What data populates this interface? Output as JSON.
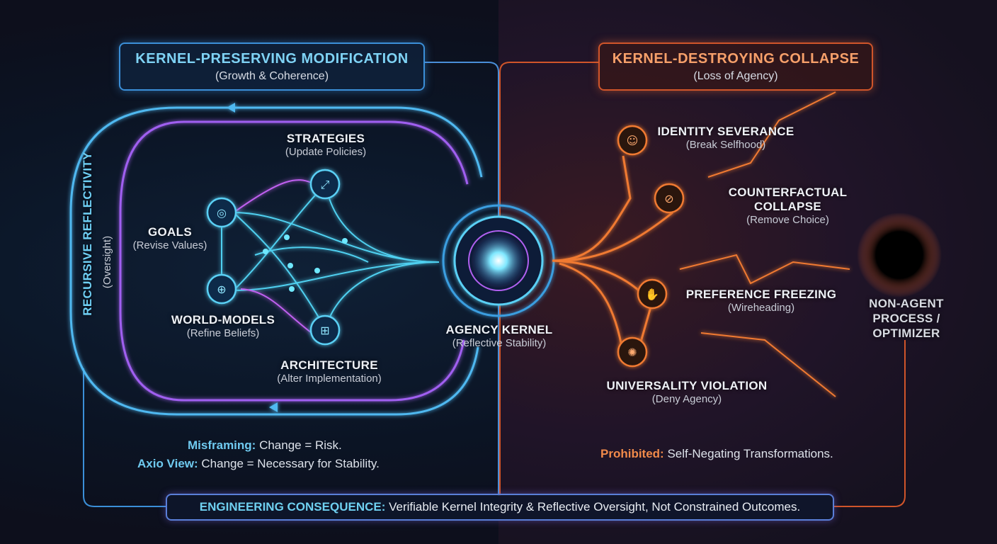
{
  "left_header": {
    "title": "KERNEL-PRESERVING MODIFICATION",
    "subtitle": "(Growth & Coherence)"
  },
  "right_header": {
    "title": "KERNEL-DESTROYING COLLAPSE",
    "subtitle": "(Loss of Agency)"
  },
  "loop_label": {
    "title": "RECURSIVE REFLECTIVITY",
    "subtitle": "(Oversight)"
  },
  "left_nodes": [
    {
      "title": "STRATEGIES",
      "subtitle": "(Update Policies)",
      "icon": "strategy-icon"
    },
    {
      "title": "GOALS",
      "subtitle": "(Revise Values)",
      "icon": "target-icon"
    },
    {
      "title": "WORLD-MODELS",
      "subtitle": "(Refine Beliefs)",
      "icon": "globe-icon"
    },
    {
      "title": "ARCHITECTURE",
      "subtitle": "(Alter Implementation)",
      "icon": "hierarchy-icon"
    }
  ],
  "kernel": {
    "title": "AGENCY KERNEL",
    "subtitle": "(Reflective Stability)"
  },
  "right_nodes": [
    {
      "title": "IDENTITY SEVERANCE",
      "subtitle": "(Break Selfhood)",
      "icon": "person-icon"
    },
    {
      "title": "COUNTERFACTUAL COLLAPSE",
      "subtitle": "(Remove Choice)",
      "icon": "crossed-eye-icon"
    },
    {
      "title": "PREFERENCE FREEZING",
      "subtitle": "(Wireheading)",
      "icon": "hand-icon"
    },
    {
      "title": "UNIVERSALITY VIOLATION",
      "subtitle": "(Deny Agency)",
      "icon": "network-eye-icon"
    }
  ],
  "endpoint": {
    "line1": "NON-AGENT",
    "line2": "PROCESS /",
    "line3": "OPTIMIZER"
  },
  "left_notes": {
    "misframing_label": "Misframing:",
    "misframing_text": " Change = Risk.",
    "axio_label": "Axio View:",
    "axio_text": " Change = Necessary for Stability."
  },
  "right_note": {
    "label": "Prohibited:",
    "text": " Self-Negating Transformations."
  },
  "footer": {
    "label": "ENGINEERING CONSEQUENCE:",
    "text": " Verifiable Kernel Integrity & Reflective Oversight, Not Constrained Outcomes."
  },
  "colors": {
    "cyan": "#4fc8f0",
    "violet": "#b060f0",
    "orange": "#f07030"
  }
}
